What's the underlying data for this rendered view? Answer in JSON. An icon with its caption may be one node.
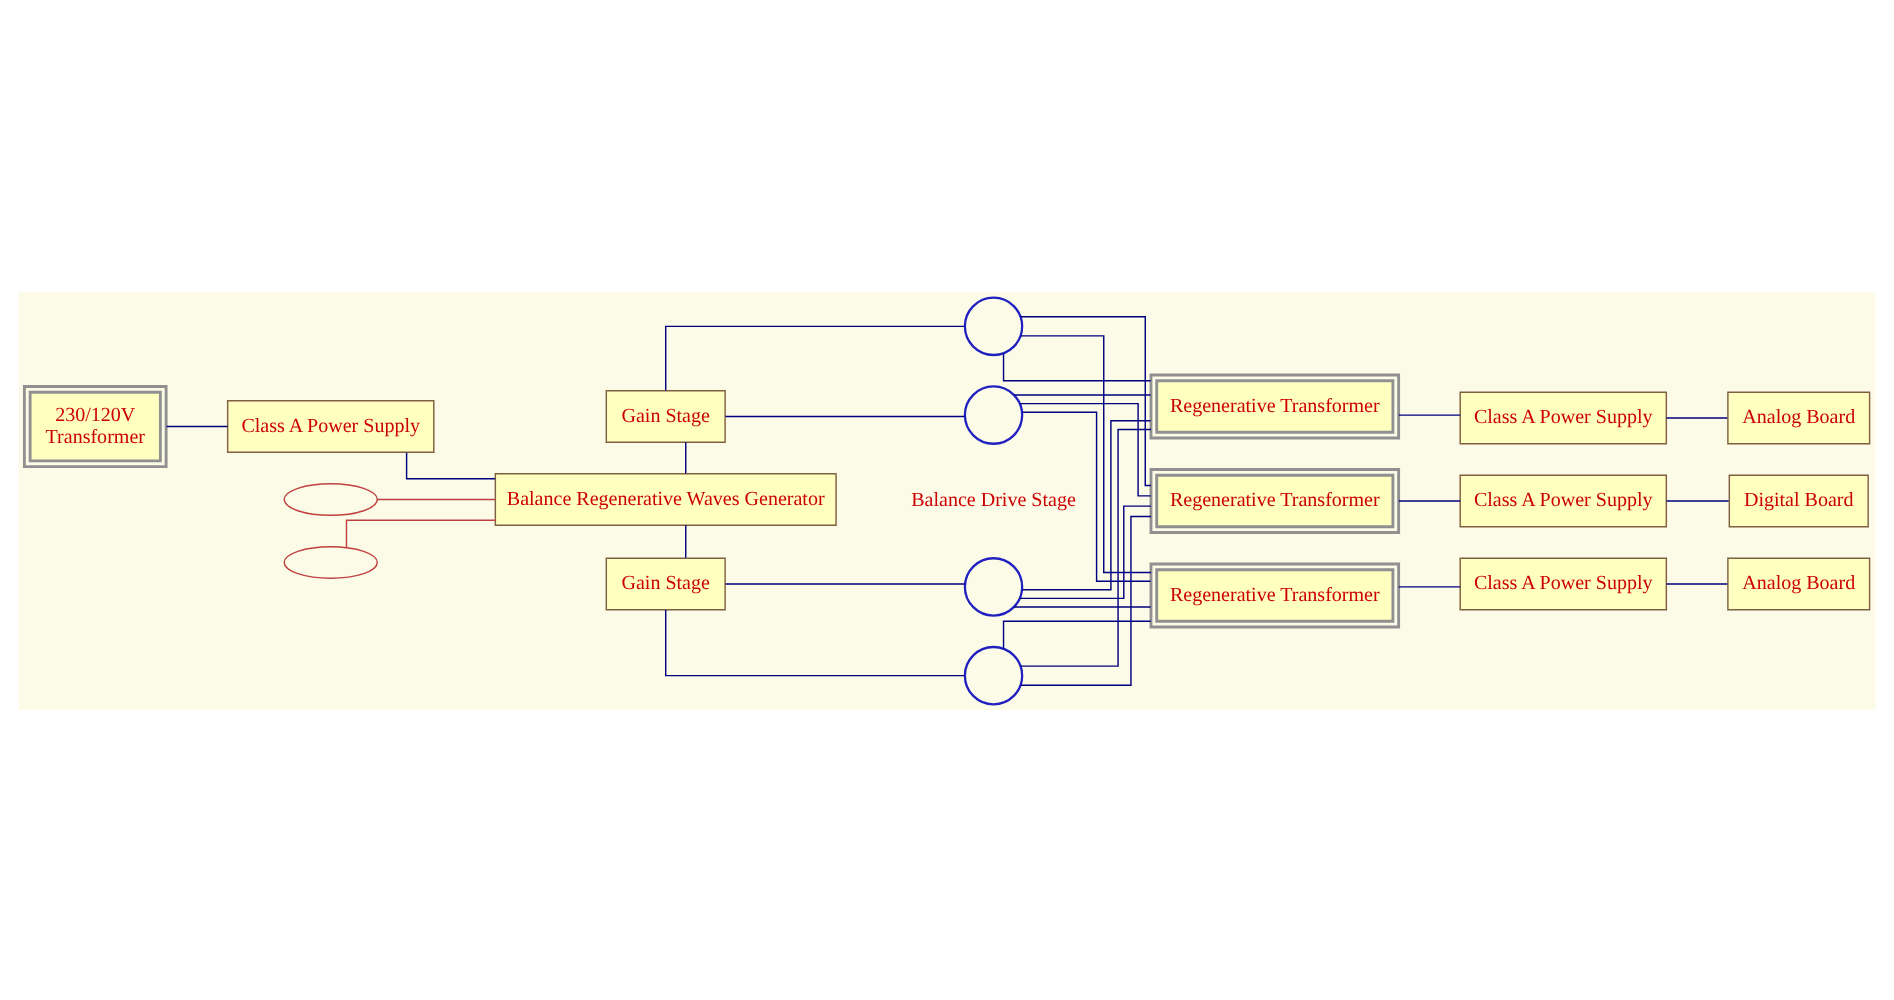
{
  "diagram": {
    "nodes": [
      {
        "text": [
          "230/120V",
          "Transformer"
        ]
      },
      {
        "text": [
          "Class A Power Supply"
        ]
      },
      {
        "text": [],
        "shape": "wave"
      },
      {
        "text": [],
        "shape": "wave"
      },
      {
        "text": [
          "Gain Stage"
        ]
      },
      {
        "text": [
          "Balance Regenerative Waves Generator"
        ]
      },
      {
        "text": [
          "Gain Stage"
        ]
      },
      {
        "text": [],
        "shape": "circle"
      },
      {
        "text": [],
        "shape": "circle"
      },
      {
        "text": [],
        "shape": "circle"
      },
      {
        "text": [],
        "shape": "circle"
      },
      {
        "text": [
          "Regenerative Transformer"
        ]
      },
      {
        "text": [
          "Regenerative Transformer"
        ]
      },
      {
        "text": [
          "Regenerative Transformer"
        ]
      },
      {
        "text": [
          "Class A Power Supply"
        ]
      },
      {
        "text": [
          "Class A Power Supply"
        ]
      },
      {
        "text": [
          "Class A Power Supply"
        ]
      },
      {
        "text": [
          "Analog Board"
        ]
      },
      {
        "text": [
          "Digital Board"
        ]
      },
      {
        "text": [
          "Analog Board"
        ]
      }
    ],
    "edges": [
      {
        "from": 0,
        "to": 1,
        "arrow": "none"
      },
      {
        "from": 1,
        "to": 5,
        "arrow": "none"
      },
      {
        "from": 2,
        "to": 5,
        "arrow": "none",
        "color": "#c04040"
      },
      {
        "from": 3,
        "to": 5,
        "arrow": "none",
        "color": "#c04040"
      },
      {
        "from": 4,
        "to": 5,
        "arrow": "none"
      },
      {
        "from": 5,
        "to": 6,
        "arrow": "none"
      },
      {
        "from": 4,
        "to": 7,
        "arrow": "none"
      },
      {
        "from": 4,
        "to": 8,
        "arrow": "none"
      },
      {
        "from": 6,
        "to": 9,
        "arrow": "none"
      },
      {
        "from": 6,
        "to": 10,
        "arrow": "none"
      },
      {
        "from": 7,
        "to": 11,
        "arrow": "none"
      },
      {
        "from": 8,
        "to": 11,
        "arrow": "none"
      },
      {
        "from": 7,
        "to": 12,
        "arrow": "none"
      },
      {
        "from": 8,
        "to": 12,
        "arrow": "none"
      },
      {
        "from": 7,
        "to": 13,
        "arrow": "none"
      },
      {
        "from": 8,
        "to": 13,
        "arrow": "none"
      },
      {
        "from": 9,
        "to": 11,
        "arrow": "none"
      },
      {
        "from": 10,
        "to": 11,
        "arrow": "none"
      },
      {
        "from": 9,
        "to": 12,
        "arrow": "none"
      },
      {
        "from": 10,
        "to": 12,
        "arrow": "none"
      },
      {
        "from": 9,
        "to": 13,
        "arrow": "none"
      },
      {
        "from": 10,
        "to": 13,
        "arrow": "none"
      },
      {
        "from": 11,
        "to": 14,
        "arrow": "none"
      },
      {
        "from": 12,
        "to": 15,
        "arrow": "none"
      },
      {
        "from": 13,
        "to": 16,
        "arrow": "none"
      },
      {
        "from": 14,
        "to": 17,
        "arrow": "none"
      },
      {
        "from": 15,
        "to": 18,
        "arrow": "none"
      },
      {
        "from": 16,
        "to": 19,
        "arrow": "none"
      }
    ],
    "labels": [
      "Balance Drive Stage"
    ]
  }
}
